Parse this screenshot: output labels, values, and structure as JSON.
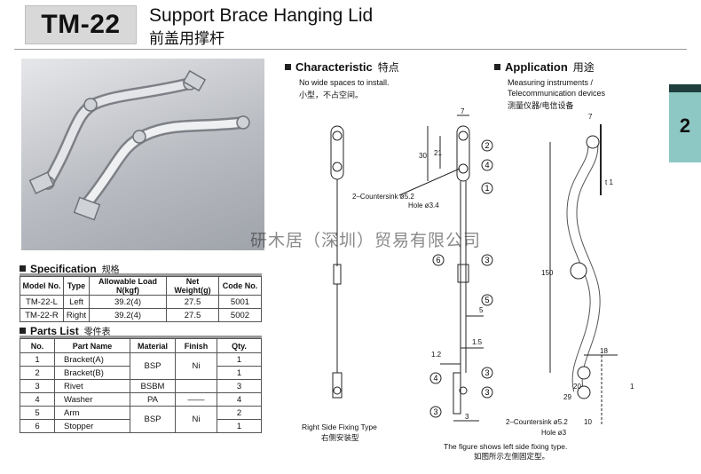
{
  "header": {
    "model": "TM-22",
    "title_en": "Support Brace Hanging Lid",
    "title_cn": "前盖用撑杆"
  },
  "spec": {
    "heading": "Specification",
    "heading_cn": "规格",
    "columns": [
      "Model No.",
      "Type",
      "Allowable Load N(kgf)",
      "Net Weight(g)",
      "Code No."
    ],
    "rows": [
      [
        "TM-22-L",
        "Left",
        "39.2(4)",
        "27.5",
        "5001"
      ],
      [
        "TM-22-R",
        "Right",
        "39.2(4)",
        "27.5",
        "5002"
      ]
    ]
  },
  "parts": {
    "heading": "Parts List",
    "heading_cn": "零件表",
    "columns": [
      "No.",
      "Part Name",
      "Material",
      "Finish",
      "Qty."
    ],
    "rows": [
      {
        "no": "1",
        "name": "Bracket(A)",
        "qty": "1"
      },
      {
        "no": "2",
        "name": "Bracket(B)",
        "qty": "1"
      },
      {
        "no": "3",
        "name": "Rivet",
        "material": "BSBM",
        "qty": "3"
      },
      {
        "no": "4",
        "name": "Washer",
        "material": "PA",
        "finish": "——",
        "qty": "4"
      },
      {
        "no": "5",
        "name": "Arm",
        "qty": "2"
      },
      {
        "no": "6",
        "name": "Stopper",
        "qty": "1"
      }
    ],
    "merged": {
      "bsp_1": "BSP",
      "ni_1": "Ni",
      "bsp_2": "BSP",
      "ni_2": "Ni"
    }
  },
  "characteristic": {
    "heading": "Characteristic",
    "heading_cn": "特点",
    "line_en": "No wide spaces to install.",
    "line_cn": "小型，不占空间。"
  },
  "application": {
    "heading": "Application",
    "heading_cn": "用途",
    "line1": "Measuring instruments /",
    "line2": "Telecommunication devices",
    "line_cn": "测量仪器/电信设备"
  },
  "drawing1": {
    "caption_en": "Right Side Fixing Type",
    "caption_cn": "右侧安装型",
    "dims": {
      "d7": "7",
      "d21": "21",
      "d30": "30",
      "d5": "5",
      "d15": "1.5",
      "d12": "1.2",
      "d3": "3"
    },
    "note_countersink": "2–Countersink ø5.2",
    "note_hole": "Hole ø3.4",
    "callouts": [
      "1",
      "2",
      "3",
      "3",
      "3",
      "3",
      "4",
      "4",
      "5",
      "6"
    ]
  },
  "drawing2": {
    "caption_en": "The figure shows left side fixing type.",
    "caption_cn": "如图所示左侧固定型。",
    "dims": {
      "d7": "7",
      "t1": "t 1",
      "d150": "150",
      "d18": "18",
      "d29": "29",
      "d20": "20",
      "d10": "10",
      "d1": "1"
    },
    "note_countersink": "2–Countersink ø5.2",
    "note_hole": "Hole ø3"
  },
  "side_tab": {
    "number": "2"
  },
  "watermark": "研木居（深圳）贸易有限公司"
}
